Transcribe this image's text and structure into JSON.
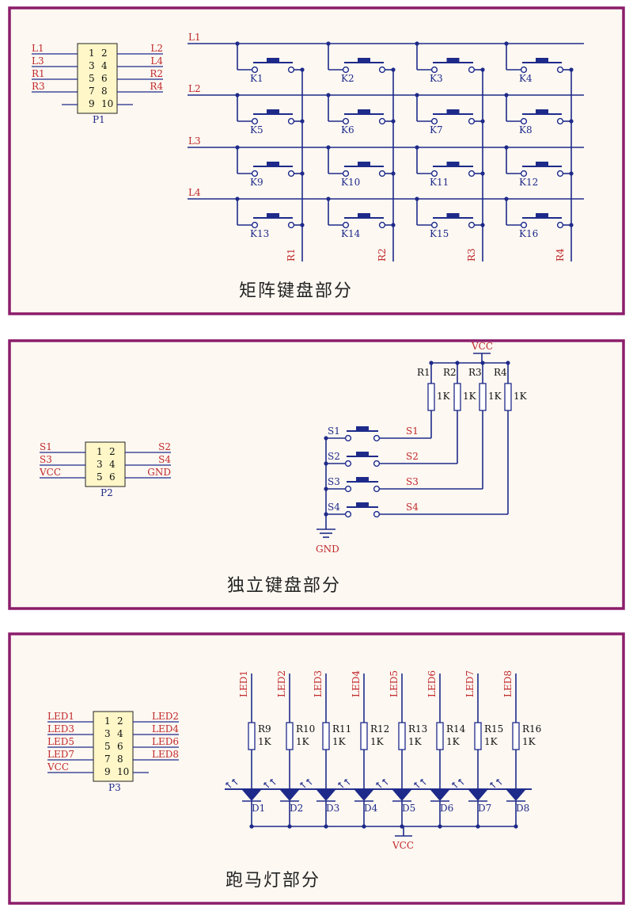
{
  "sections": {
    "matrix": {
      "title": "矩阵键盘部分",
      "header": {
        "ref": "P1",
        "pins": [
          "1",
          "2",
          "3",
          "4",
          "5",
          "6",
          "7",
          "8",
          "9",
          "10"
        ],
        "left_nets": [
          "L1",
          "L3",
          "R1",
          "R3"
        ],
        "right_nets": [
          "L2",
          "L4",
          "R2",
          "R4"
        ]
      },
      "row_labels": [
        "L1",
        "L2",
        "L3",
        "L4"
      ],
      "col_labels": [
        "R1",
        "R2",
        "R3",
        "R4"
      ],
      "keys": [
        "K1",
        "K2",
        "K3",
        "K4",
        "K5",
        "K6",
        "K7",
        "K8",
        "K9",
        "K10",
        "K11",
        "K12",
        "K13",
        "K14",
        "K15",
        "K16"
      ]
    },
    "independent": {
      "title": "独立键盘部分",
      "header": {
        "ref": "P2",
        "pins": [
          "1",
          "2",
          "3",
          "4",
          "5",
          "6"
        ],
        "left_nets": [
          "S1",
          "S3",
          "VCC"
        ],
        "right_nets": [
          "S2",
          "S4",
          "GND"
        ]
      },
      "vcc": "VCC",
      "gnd": "GND",
      "resistors": [
        "R1",
        "R2",
        "R3",
        "R4"
      ],
      "resistor_values": [
        "1K",
        "1K",
        "1K",
        "1K"
      ],
      "switches": [
        "S1",
        "S2",
        "S3",
        "S4"
      ],
      "nets": [
        "S1",
        "S2",
        "S3",
        "S4"
      ]
    },
    "leds": {
      "title": "跑马灯部分",
      "header": {
        "ref": "P3",
        "pins": [
          "1",
          "2",
          "3",
          "4",
          "5",
          "6",
          "7",
          "8",
          "9",
          "10"
        ],
        "left_nets": [
          "LED1",
          "LED3",
          "LED5",
          "LED7",
          "VCC"
        ],
        "right_nets": [
          "LED2",
          "LED4",
          "LED6",
          "LED8"
        ]
      },
      "led_nets": [
        "LED1",
        "LED2",
        "LED3",
        "LED4",
        "LED5",
        "LED6",
        "LED7",
        "LED8"
      ],
      "resistors": [
        "R9",
        "R10",
        "R11",
        "R12",
        "R13",
        "R14",
        "R15",
        "R16"
      ],
      "resistor_values": [
        "1K",
        "1K",
        "1K",
        "1K",
        "1K",
        "1K",
        "1K",
        "1K"
      ],
      "diodes": [
        "D1",
        "D2",
        "D3",
        "D4",
        "D5",
        "D6",
        "D7",
        "D8"
      ],
      "vcc": "VCC"
    }
  },
  "colors": {
    "border": "#8b1d6b",
    "wire": "#1e2a8a",
    "net_label": "#c0282a",
    "header_fill": "#fff7c8",
    "panel_fill": "#fdf8f2"
  }
}
